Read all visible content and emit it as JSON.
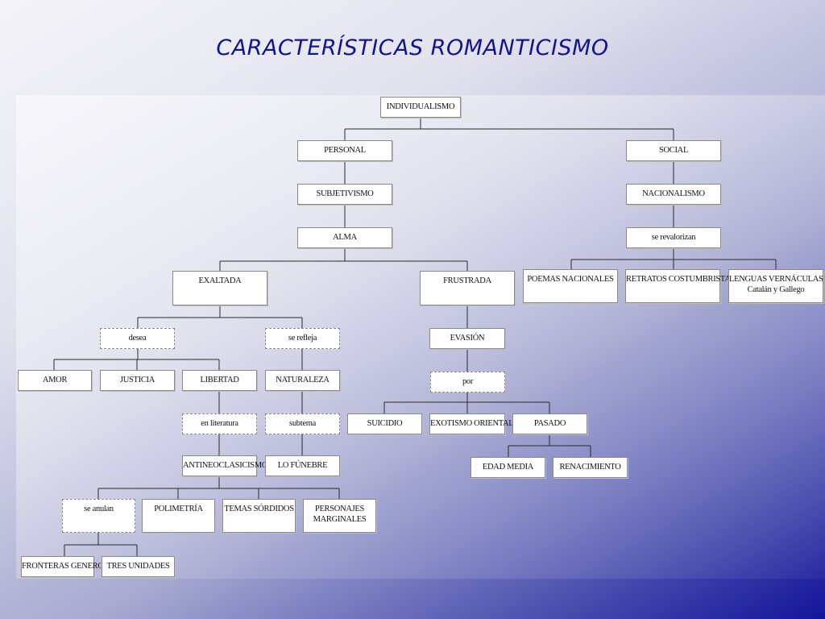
{
  "title": "CARACTERÍSTICAS ROMANTICISMO",
  "nodes": {
    "individualismo": "INDIVIDUALISMO",
    "personal": "PERSONAL",
    "social": "SOCIAL",
    "subjetivismo": "SUBJETIVISMO",
    "nacionalismo": "NACIONALISMO",
    "alma": "ALMA",
    "se_revalorizan": "se revalorizan",
    "exaltada": "EXALTADA",
    "frustrada": "FRUSTRADA",
    "poemas_nacionales": "POEMAS NACIONALES",
    "retratos_costumbristas": "RETRATOS COSTUMBRISTAS",
    "lenguas_vernaculas": "LENGUAS VERNÁCULAS",
    "lenguas_vernaculas_sub": "Catalán y Gallego",
    "desea": "desea",
    "se_refleja": "se refleja",
    "evasion": "EVASIÓN",
    "amor": "AMOR",
    "justicia": "JUSTICIA",
    "libertad": "LIBERTAD",
    "naturaleza": "NATURALEZA",
    "por": "por",
    "en_literatura": "en literatura",
    "subtema": "subtema",
    "suicidio": "SUICIDIO",
    "exotismo_oriental": "EXOTISMO ORIENTAL",
    "pasado": "PASADO",
    "antineoclasicismo": "ANTINEOCLASICISMO",
    "lo_funebre": "LO FÚNEBRE",
    "edad_media": "EDAD MEDIA",
    "renacimiento": "RENACIMIENTO",
    "se_anulan": "se anulan",
    "polimetria": "POLIMETRÍA",
    "temas_sordidos": "TEMAS SÓRDIDOS",
    "personajes_marginales_1": "PERSONAJES",
    "personajes_marginales_2": "MARGINALES",
    "fronteras_genero": "FRONTERAS GENERO",
    "tres_unidades": "TRES UNIDADES"
  }
}
